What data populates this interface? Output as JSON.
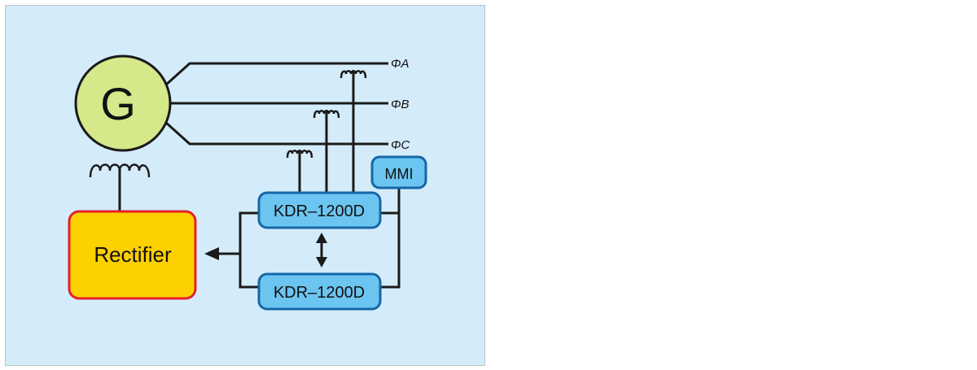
{
  "diagram": {
    "generator": {
      "label": "G",
      "fill": "#d5e88a",
      "stroke": "#1a1a1a"
    },
    "phases": [
      {
        "label": "ΦA"
      },
      {
        "label": "ΦB"
      },
      {
        "label": "ΦC"
      }
    ],
    "rectifier": {
      "label": "Rectifier",
      "fill": "#fdd000",
      "stroke": "#e3202d"
    },
    "controllers": [
      {
        "label": "KDR–1200D"
      },
      {
        "label": "KDR–1200D"
      }
    ],
    "mmi": {
      "label": "MMI"
    },
    "colors": {
      "panel_background": "#d4ecf9",
      "controller_fill": "#6cc5f0",
      "controller_stroke": "#1566a8",
      "wire": "#1a1a1a"
    }
  }
}
